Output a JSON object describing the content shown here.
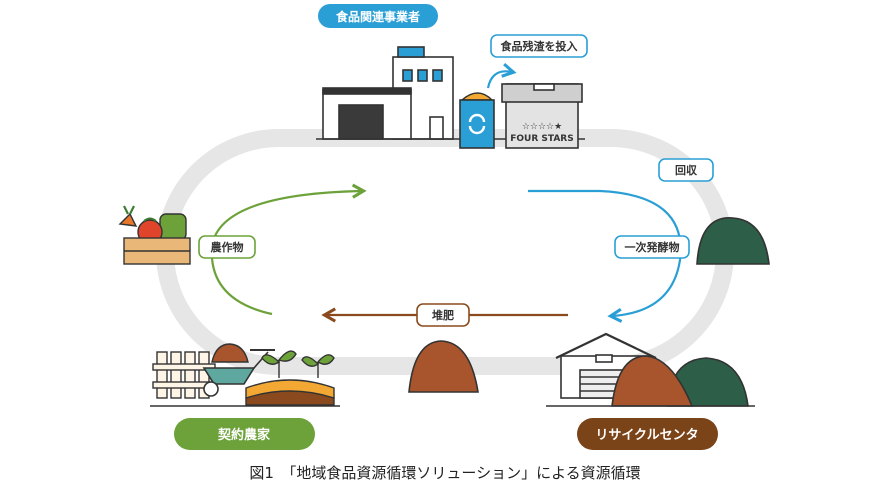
{
  "labels": {
    "food_business": "食品関連事業者",
    "food_waste_input": "食品残渣を投入",
    "collection": "回収",
    "primary_fermented": "一次発酵物",
    "compost": "堆肥",
    "crops": "農作物",
    "contract_farmers": "契約農家",
    "recycle_center": "リサイクルセンタ",
    "machine_stars": "☆☆☆☆★",
    "machine_brand": "FOUR STARS"
  },
  "caption": "図1　「地域食品資源循環ソリューション」による資源循環",
  "colors": {
    "blue": "#2a9fd6",
    "green": "#6ca239",
    "brown": "#8a4a1e",
    "dark_green": "#2c5e48",
    "compost_brown": "#a8542c",
    "loop": "#e6e6e6"
  }
}
